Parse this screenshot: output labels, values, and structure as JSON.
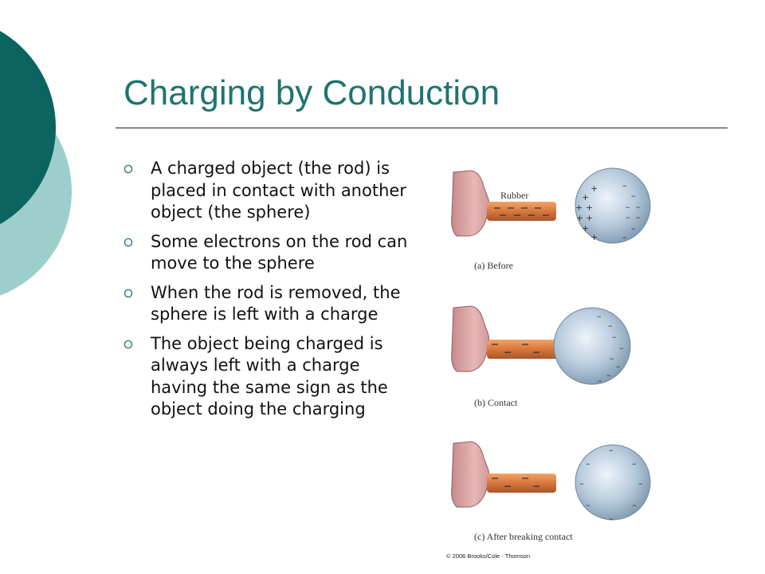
{
  "slide": {
    "title": "Charging by Conduction",
    "bullets": [
      "A charged object (the rod) is placed in contact with another object (the sphere)",
      "Some electrons on the rod can move to the sphere",
      "When the rod is removed, the sphere is left with a charge",
      "The object being charged is always left with a charge having the same sign as the object doing the charging"
    ]
  },
  "figures": {
    "rod_label": "Rubber",
    "captions": {
      "before": "(a) Before",
      "contact": "(b) Contact",
      "after": "(c) After breaking contact"
    },
    "copyright": "© 2006 Brooks/Cole - Thomson"
  },
  "colors": {
    "title": "#1e7470",
    "deco_dark": "#0b6460",
    "deco_light": "#9ccfcc",
    "rod": "#d9773c",
    "sphere": "#a9c0d4"
  }
}
